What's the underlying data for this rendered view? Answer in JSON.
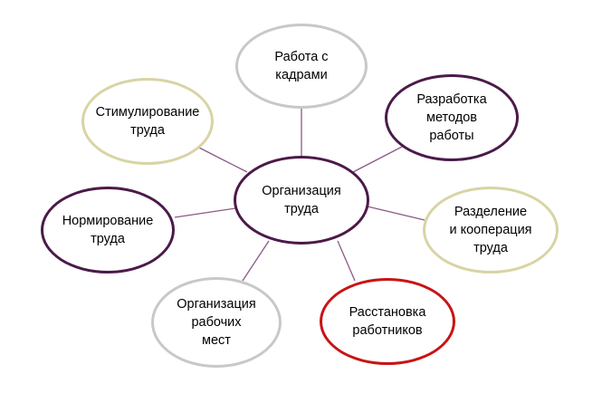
{
  "diagram": {
    "center": {
      "label": "Организация\nтруда",
      "border_color": "#4b1a48"
    },
    "nodes": [
      {
        "id": "rabota",
        "label": "Работа с\nкадрами",
        "border_color": "#c8c8c8"
      },
      {
        "id": "razrab",
        "label": "Разработка\nметодов\nработы",
        "border_color": "#4b1a48"
      },
      {
        "id": "razdel",
        "label": "Разделение\nи кооперация\nтруда",
        "border_color": "#d8d4a4"
      },
      {
        "id": "rasst",
        "label": "Расстановка\nработников",
        "border_color": "#c81414"
      },
      {
        "id": "rabmest",
        "label": "Организация\nрабочих\nмест",
        "border_color": "#c8c8c8"
      },
      {
        "id": "norm",
        "label": "Нормирование\nтруда",
        "border_color": "#4b1a48"
      },
      {
        "id": "stim",
        "label": "Стимулирование\nтруда",
        "border_color": "#d8d4a4"
      }
    ],
    "connector_color": "#8a5a86"
  }
}
